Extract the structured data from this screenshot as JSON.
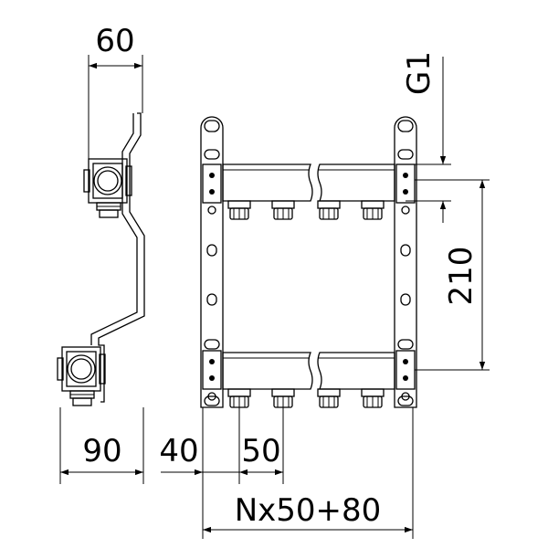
{
  "dimensions": {
    "side_width": "60",
    "side_depth": "90",
    "offset_40": "40",
    "outlet_pitch": "50",
    "total_length": "Nx50+80",
    "rail_spacing": "210",
    "thread": "G1"
  },
  "colors": {
    "line": "#000000",
    "background": "#ffffff"
  }
}
